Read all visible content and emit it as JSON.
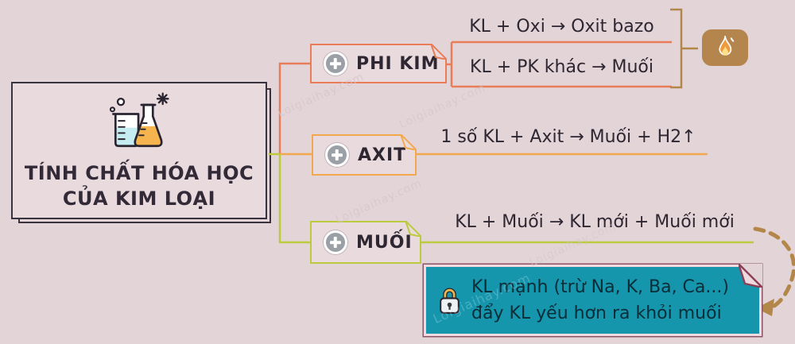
{
  "title": {
    "line1": "TÍNH CHẤT HÓA HỌC",
    "line2": "CỦA KIM LOẠI"
  },
  "branches": [
    {
      "label": "PHI KIM",
      "color": "#e87d58",
      "formulas": [
        "KL + Oxi → Oxit bazo",
        "KL + PK khác → Muối"
      ]
    },
    {
      "label": "AXIT",
      "color": "#f2a94e",
      "formulas": [
        "1 số KL + Axit → Muối + H2↑"
      ]
    },
    {
      "label": "MUỐI",
      "color": "#bcca3e",
      "formulas": [
        "KL + Muối → KL mới + Muối mới"
      ]
    }
  ],
  "note": {
    "line1": "KL mạnh (trừ Na, K, Ba, Ca...)",
    "line2": "đẩy KL yếu hơn ra khỏi muối",
    "bg_color": "#1596ad"
  },
  "icons": {
    "flask": "chemistry-flasks-icon",
    "plus": "expand-plus-icon",
    "flame": "flame-icon",
    "lock": "lock-icon",
    "dashed_arrow": "dashed-curved-arrow-icon"
  },
  "watermark": "Loigiaihay.com",
  "colors": {
    "background": "#e3d4d8",
    "main_border": "#3b3240",
    "branch_phi_kim": "#e87d58",
    "branch_axit": "#f2a94e",
    "branch_muoi": "#bcca3e",
    "accent_tan": "#b3874a",
    "note_teal": "#1596ad",
    "text_dark": "#2e2630"
  }
}
